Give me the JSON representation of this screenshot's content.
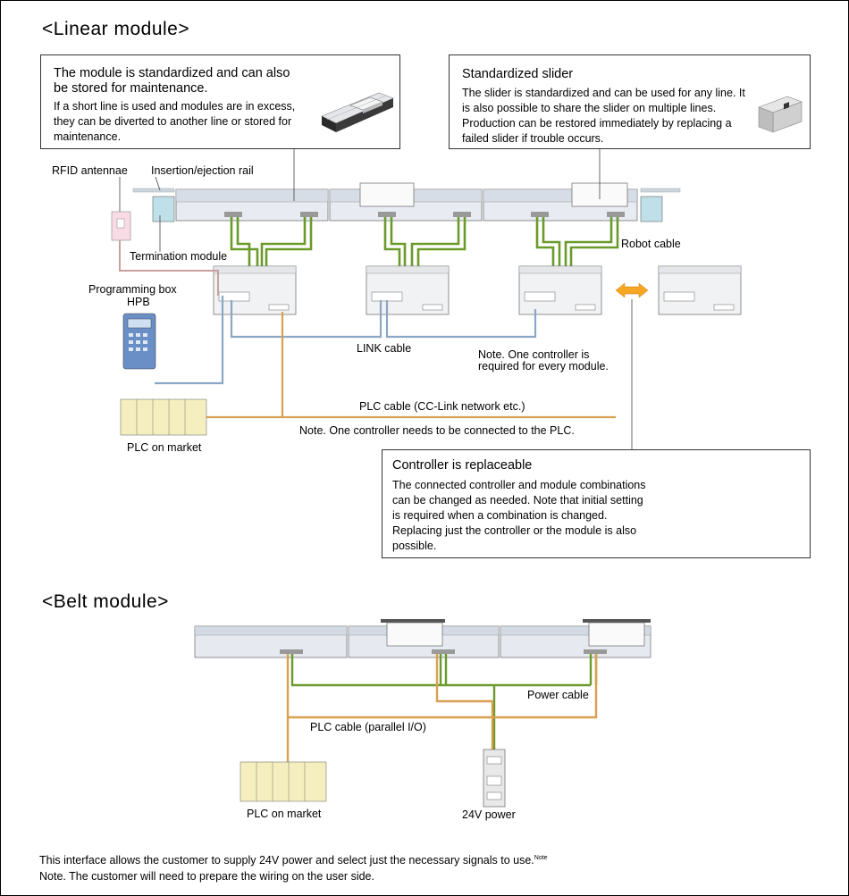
{
  "linear": {
    "title": "<Linear module>",
    "box1": {
      "heading": "The module is standardized and can also be stored for maintenance.",
      "body": "If a short line is used and modules are in excess, they can be diverted to another line or stored for maintenance."
    },
    "box2": {
      "heading": "Standardized slider",
      "body": "The slider is standardized and can be used for any line. It is also possible to share the slider on multiple lines. Production can be restored immediately by replacing a failed slider if trouble occurs."
    },
    "labels": {
      "rfid": "RFID antennae",
      "rail": "Insertion/ejection rail",
      "termination": "Termination module",
      "prog_box": "Programming box",
      "hpb": "HPB",
      "robot_cable": "Robot cable",
      "link_cable": "LINK cable",
      "note_controller": "Note. One controller is required for every module.",
      "plc_cable": "PLC cable (CC-Link network etc.)",
      "note_plc": "Note. One controller needs to be connected to the PLC.",
      "plc_market": "PLC on market"
    },
    "box3": {
      "heading": "Controller is replaceable",
      "body": "The connected controller and module combinations can be changed as needed. Note that initial setting is required when a combination is changed. Replacing just the controller or the module is also possible."
    }
  },
  "belt": {
    "title": "<Belt module>",
    "labels": {
      "power_cable": "Power cable",
      "plc_cable": "PLC cable (parallel I/O)",
      "plc_market": "PLC on market",
      "power24": "24V power"
    }
  },
  "footer": {
    "line1": "This interface allows the customer to supply 24V power and select just the necessary signals to use.",
    "line1_sup": "Note",
    "line2": "Note. The customer will need to prepare the wiring on the user side."
  },
  "colors": {
    "green_cable": "#6a9a2a",
    "link_cable": "#8aa7c4",
    "plc_cable": "#d8a050",
    "rfid_cable": "#c9a0a0",
    "arrow": "#f5a623"
  },
  "icons": [
    "module-image",
    "slider-image",
    "controller-image",
    "plc-icon",
    "hpb-icon",
    "rfid-antenna-icon",
    "power-supply-icon",
    "swap-arrow-icon"
  ]
}
